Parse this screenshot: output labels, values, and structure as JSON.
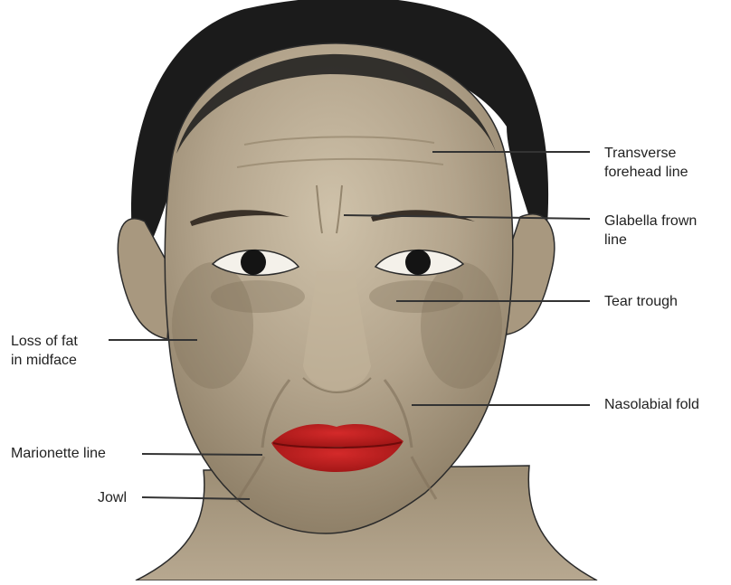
{
  "labels": {
    "transverse_forehead_line": [
      "Transverse",
      "forehead line"
    ],
    "glabella_frown_line": [
      "Glabella frown",
      "line"
    ],
    "tear_trough": "Tear trough",
    "loss_of_fat_in_midface": [
      "Loss of fat",
      "in midface"
    ],
    "nasolabial_fold": "Nasolabial fold",
    "marionette_line": "Marionette line",
    "jowl": "Jowl"
  },
  "colors": {
    "skin": "#b3a48c",
    "skin_light": "#c9bca4",
    "skin_shadow": "#8f8068",
    "hair": "#1b1b1b",
    "lips": "#b31d1d",
    "outline": "#2b2b2b",
    "leader_line": "#333333"
  }
}
